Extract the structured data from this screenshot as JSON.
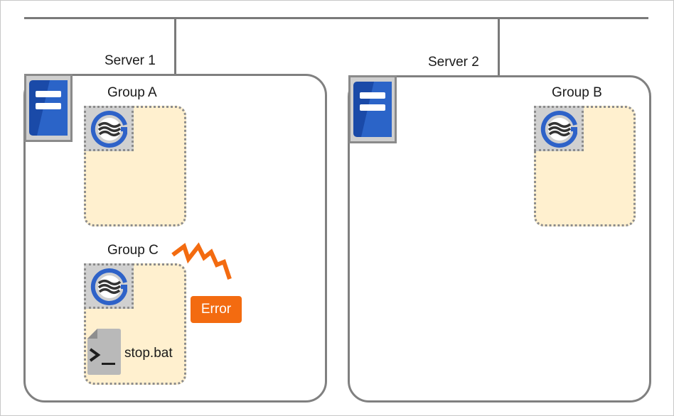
{
  "servers": [
    {
      "label": "Server 1",
      "icon": "server-icon"
    },
    {
      "label": "Server 2",
      "icon": "server-icon"
    }
  ],
  "groups": [
    {
      "label": "Group A",
      "resource_icon": "cluster-resource-icon"
    },
    {
      "label": "Group B",
      "resource_icon": "cluster-resource-icon"
    },
    {
      "label": "Group C",
      "resource_icon": "cluster-resource-icon"
    }
  ],
  "script": {
    "label": "stop.bat",
    "icon": "script-file-icon"
  },
  "error": {
    "label": "Error",
    "icon": "lightning-bolt-icon",
    "color": "#f36b10"
  },
  "colors": {
    "server_blue": "#1e50b4",
    "group_fill": "#fff0cf",
    "border_gray": "#808080"
  }
}
